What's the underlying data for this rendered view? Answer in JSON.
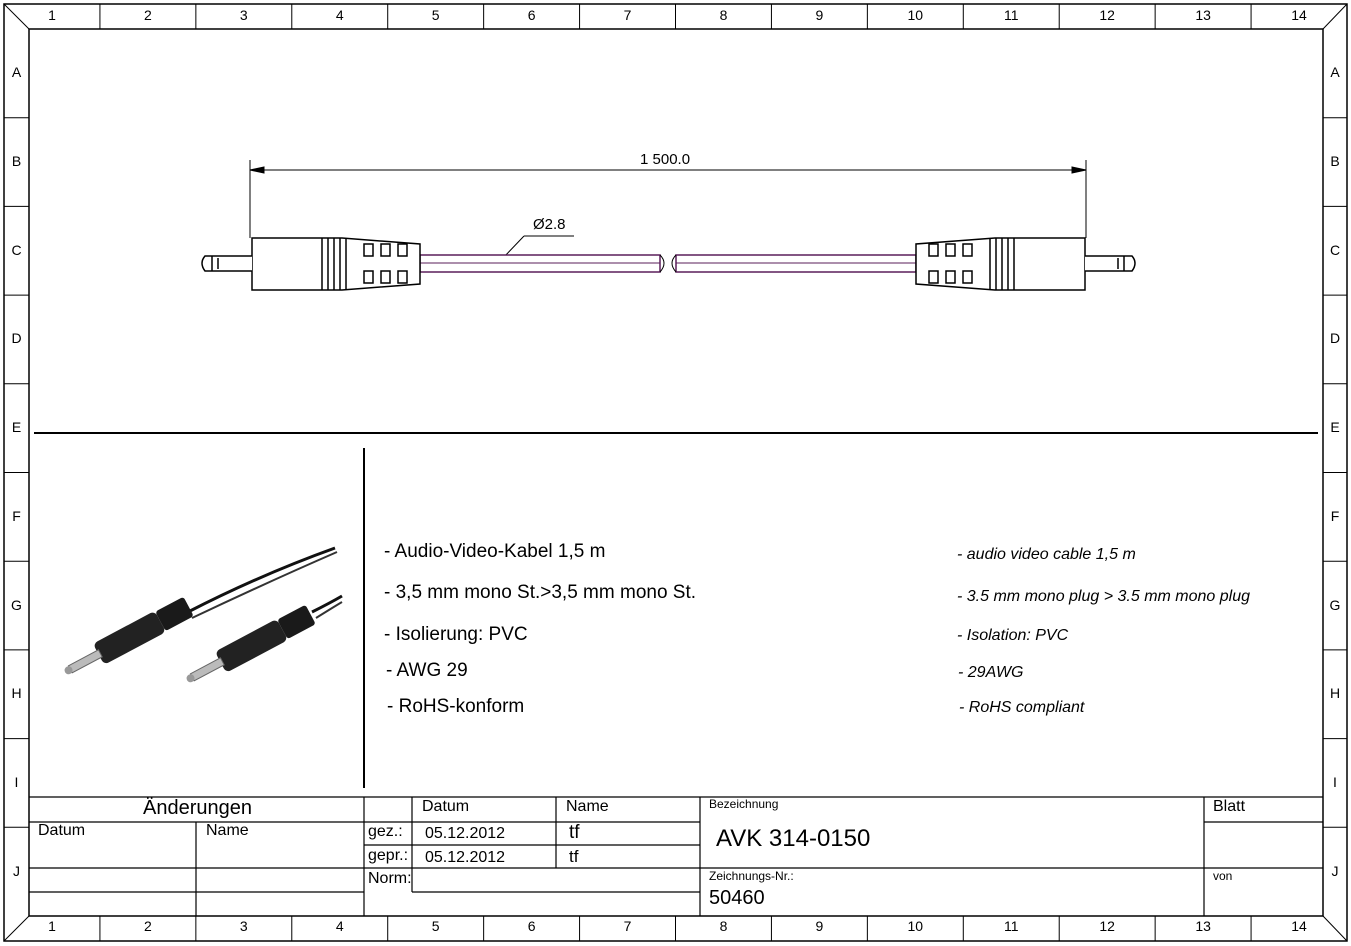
{
  "border": {
    "columns": [
      "1",
      "2",
      "3",
      "4",
      "5",
      "6",
      "7",
      "8",
      "9",
      "10",
      "11",
      "12",
      "13",
      "14"
    ],
    "rows": [
      "A",
      "B",
      "C",
      "D",
      "E",
      "F",
      "G",
      "H",
      "I",
      "J"
    ]
  },
  "drawing": {
    "overall_length": "1 500.0",
    "cable_diameter": "Ø2.8"
  },
  "description_de": [
    "- Audio-Video-Kabel 1,5 m",
    "- 3,5 mm mono St.>3,5 mm mono St.",
    "- Isolierung: PVC",
    "- AWG 29",
    "- RoHS-konform"
  ],
  "description_en": [
    "- audio video cable 1,5 m",
    "- 3.5 mm mono plug > 3.5 mm mono plug",
    "- Isolation: PVC",
    "- 29AWG",
    "- RoHS compliant"
  ],
  "title_block": {
    "changes_header": "Änderungen",
    "changes_date": "Datum",
    "changes_name": "Name",
    "date_header": "Datum",
    "name_header": "Name",
    "drawn_label": "gez.:",
    "drawn_date": "05.12.2012",
    "drawn_name": "tf",
    "checked_label": "gepr.:",
    "checked_date": "05.12.2012",
    "checked_name": "tf",
    "norm_label": "Norm:",
    "designation_label": "Bezeichnung",
    "designation": "AVK 314-0150",
    "drawing_no_label": "Zeichnungs-Nr.:",
    "drawing_no": "50460",
    "sheet_label": "Blatt",
    "of_label": "von"
  },
  "colors": {
    "line": "#000000",
    "cable_fill": "#5a1e5a"
  }
}
